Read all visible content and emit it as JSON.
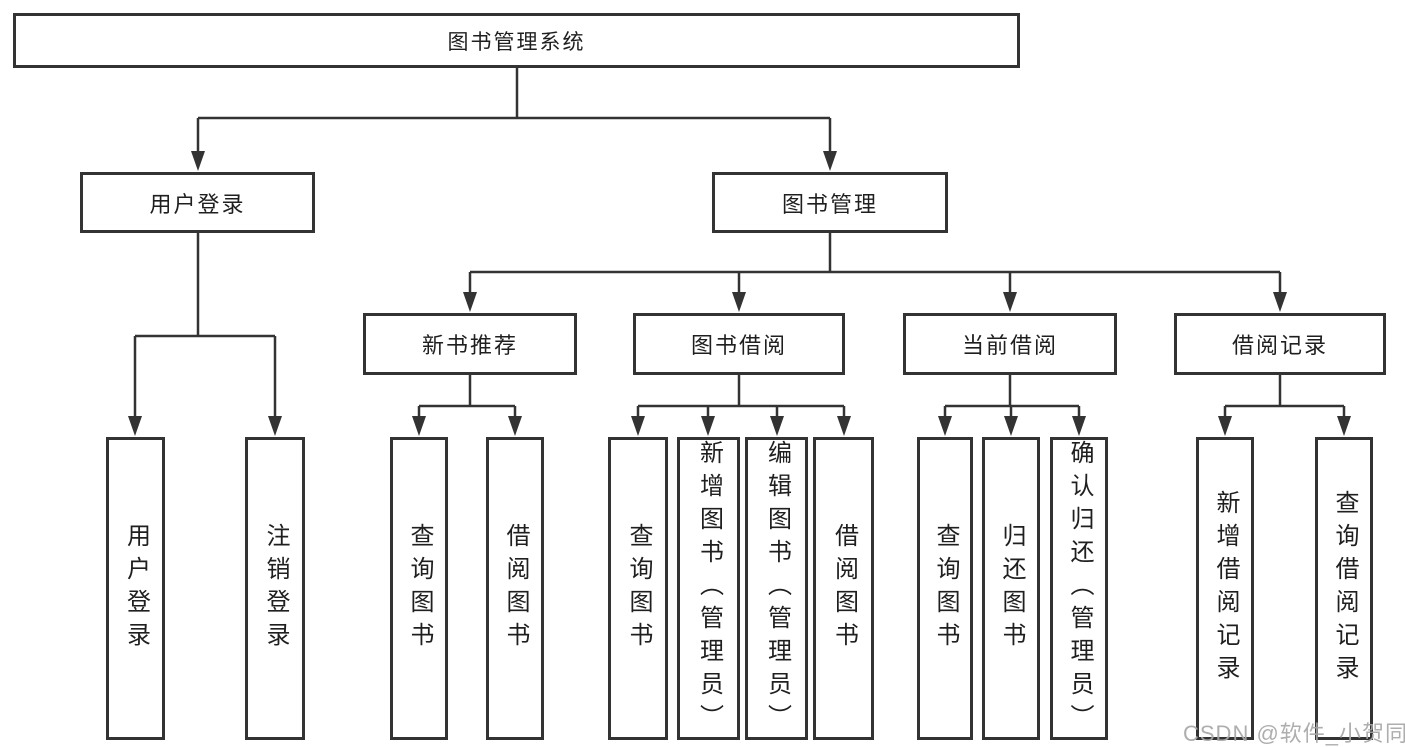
{
  "tree": {
    "root": {
      "label": "图书管理系统"
    },
    "branches": [
      {
        "label": "用户登录",
        "children": [
          {
            "label": "用户登录"
          },
          {
            "label": "注销登录"
          }
        ]
      },
      {
        "label": "图书管理",
        "children": [
          {
            "label": "新书推荐",
            "children": [
              {
                "label": "查询图书"
              },
              {
                "label": "借阅图书"
              }
            ]
          },
          {
            "label": "图书借阅",
            "children": [
              {
                "label": "查询图书"
              },
              {
                "label": "新增图书（管理员）"
              },
              {
                "label": "编辑图书（管理员）"
              },
              {
                "label": "借阅图书"
              }
            ]
          },
          {
            "label": "当前借阅",
            "children": [
              {
                "label": "查询图书"
              },
              {
                "label": "归还图书"
              },
              {
                "label": "确认归还（管理员）"
              }
            ]
          },
          {
            "label": "借阅记录",
            "children": [
              {
                "label": "新增借阅记录"
              },
              {
                "label": "查询借阅记录"
              }
            ]
          }
        ]
      }
    ]
  },
  "watermark": "CSDN @软件_小贺同学",
  "colors": {
    "line": "#333333",
    "box_fill": "#ffffff",
    "text": "#1f1f1f",
    "watermark": "#a8a8a8",
    "background": "#ffffff"
  }
}
